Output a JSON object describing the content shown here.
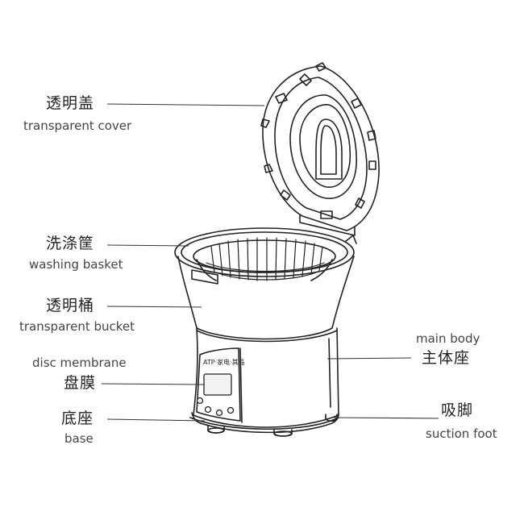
{
  "labels": {
    "cover": {
      "zh": "透明盖",
      "en": "transparent cover"
    },
    "basket": {
      "zh": "洗涤筐",
      "en": "washing basket"
    },
    "bucket": {
      "zh": "透明桶",
      "en": "transparent bucket"
    },
    "disc": {
      "zh": "盘膜",
      "en": "disc membrane"
    },
    "base": {
      "zh": "底座",
      "en": "base"
    },
    "body": {
      "zh": "主体座",
      "en": "main body"
    },
    "foot": {
      "zh": "吸脚",
      "en": "suction foot"
    }
  },
  "panel_logo": "ATP·家电·其品",
  "colors": {
    "line": "#222222",
    "leader": "#333333",
    "fill": "#ffffff",
    "shade": "#f2f2f2"
  }
}
